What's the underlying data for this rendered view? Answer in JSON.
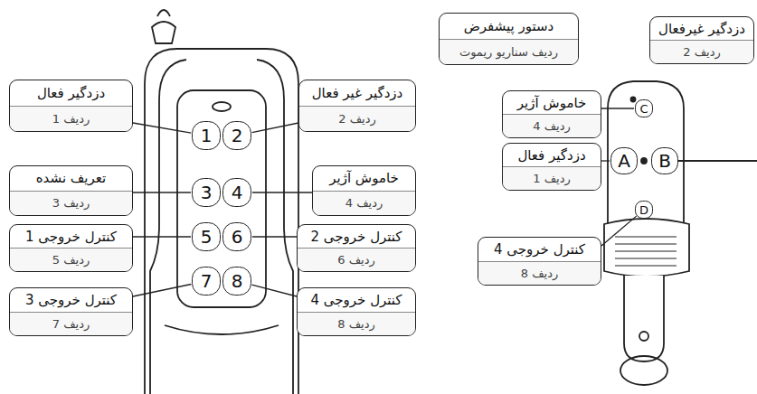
{
  "diagram": {
    "nodes": [
      {
        "text": [
          "دستور پیشفرض",
          "ردیف سناریو ریموت"
        ]
      },
      {
        "text": [
          "دزدگیر فعال",
          "ردیف 1"
        ]
      },
      {
        "text": [
          "دزدگیر غیر فعال",
          "ردیف 2"
        ]
      },
      {
        "text": [
          "تعریف نشده",
          "ردیف 3"
        ]
      },
      {
        "text": [
          "خاموش آژیر",
          "ردیف 4"
        ]
      },
      {
        "text": [
          "کنترل خروجی 1",
          "ردیف 5"
        ]
      },
      {
        "text": [
          "کنترل خروجی 2",
          "ردیف 6"
        ]
      },
      {
        "text": [
          "کنترل خروجی 3",
          "ردیف 7"
        ]
      },
      {
        "text": [
          "کنترل خروجی 4",
          "ردیف 8"
        ]
      },
      {
        "text": [
          "1"
        ]
      },
      {
        "text": [
          "2"
        ]
      },
      {
        "text": [
          "3"
        ]
      },
      {
        "text": [
          "4"
        ]
      },
      {
        "text": [
          "5"
        ]
      },
      {
        "text": [
          "6"
        ]
      },
      {
        "text": [
          "7"
        ]
      },
      {
        "text": [
          "8"
        ]
      },
      {
        "text": [
          "دزدگیر غیرفعال",
          "ردیف 2"
        ]
      },
      {
        "text": [
          "خاموش آژیر",
          "ردیف 4"
        ]
      },
      {
        "text": [
          "دزدگیر فعال",
          "ردیف 1"
        ]
      },
      {
        "text": [
          "کنترل خروجی 4",
          "ردیف 8"
        ]
      },
      {
        "text": [
          "C"
        ]
      },
      {
        "text": [
          "A"
        ]
      },
      {
        "text": [
          "B"
        ]
      },
      {
        "text": [
          "D"
        ]
      }
    ],
    "edges": [
      {
        "from": 1,
        "to": 9,
        "arrow": "none"
      },
      {
        "from": 2,
        "to": 10,
        "arrow": "none"
      },
      {
        "from": 3,
        "to": 11,
        "arrow": "none"
      },
      {
        "from": 4,
        "to": 12,
        "arrow": "none"
      },
      {
        "from": 5,
        "to": 13,
        "arrow": "none"
      },
      {
        "from": 6,
        "to": 14,
        "arrow": "none"
      },
      {
        "from": 7,
        "to": 15,
        "arrow": "none"
      },
      {
        "from": 8,
        "to": 16,
        "arrow": "none"
      },
      {
        "from": 18,
        "to": 21,
        "arrow": "none"
      },
      {
        "from": 19,
        "to": 22,
        "arrow": "none"
      },
      {
        "from": 20,
        "to": 24,
        "arrow": "none"
      }
    ]
  }
}
